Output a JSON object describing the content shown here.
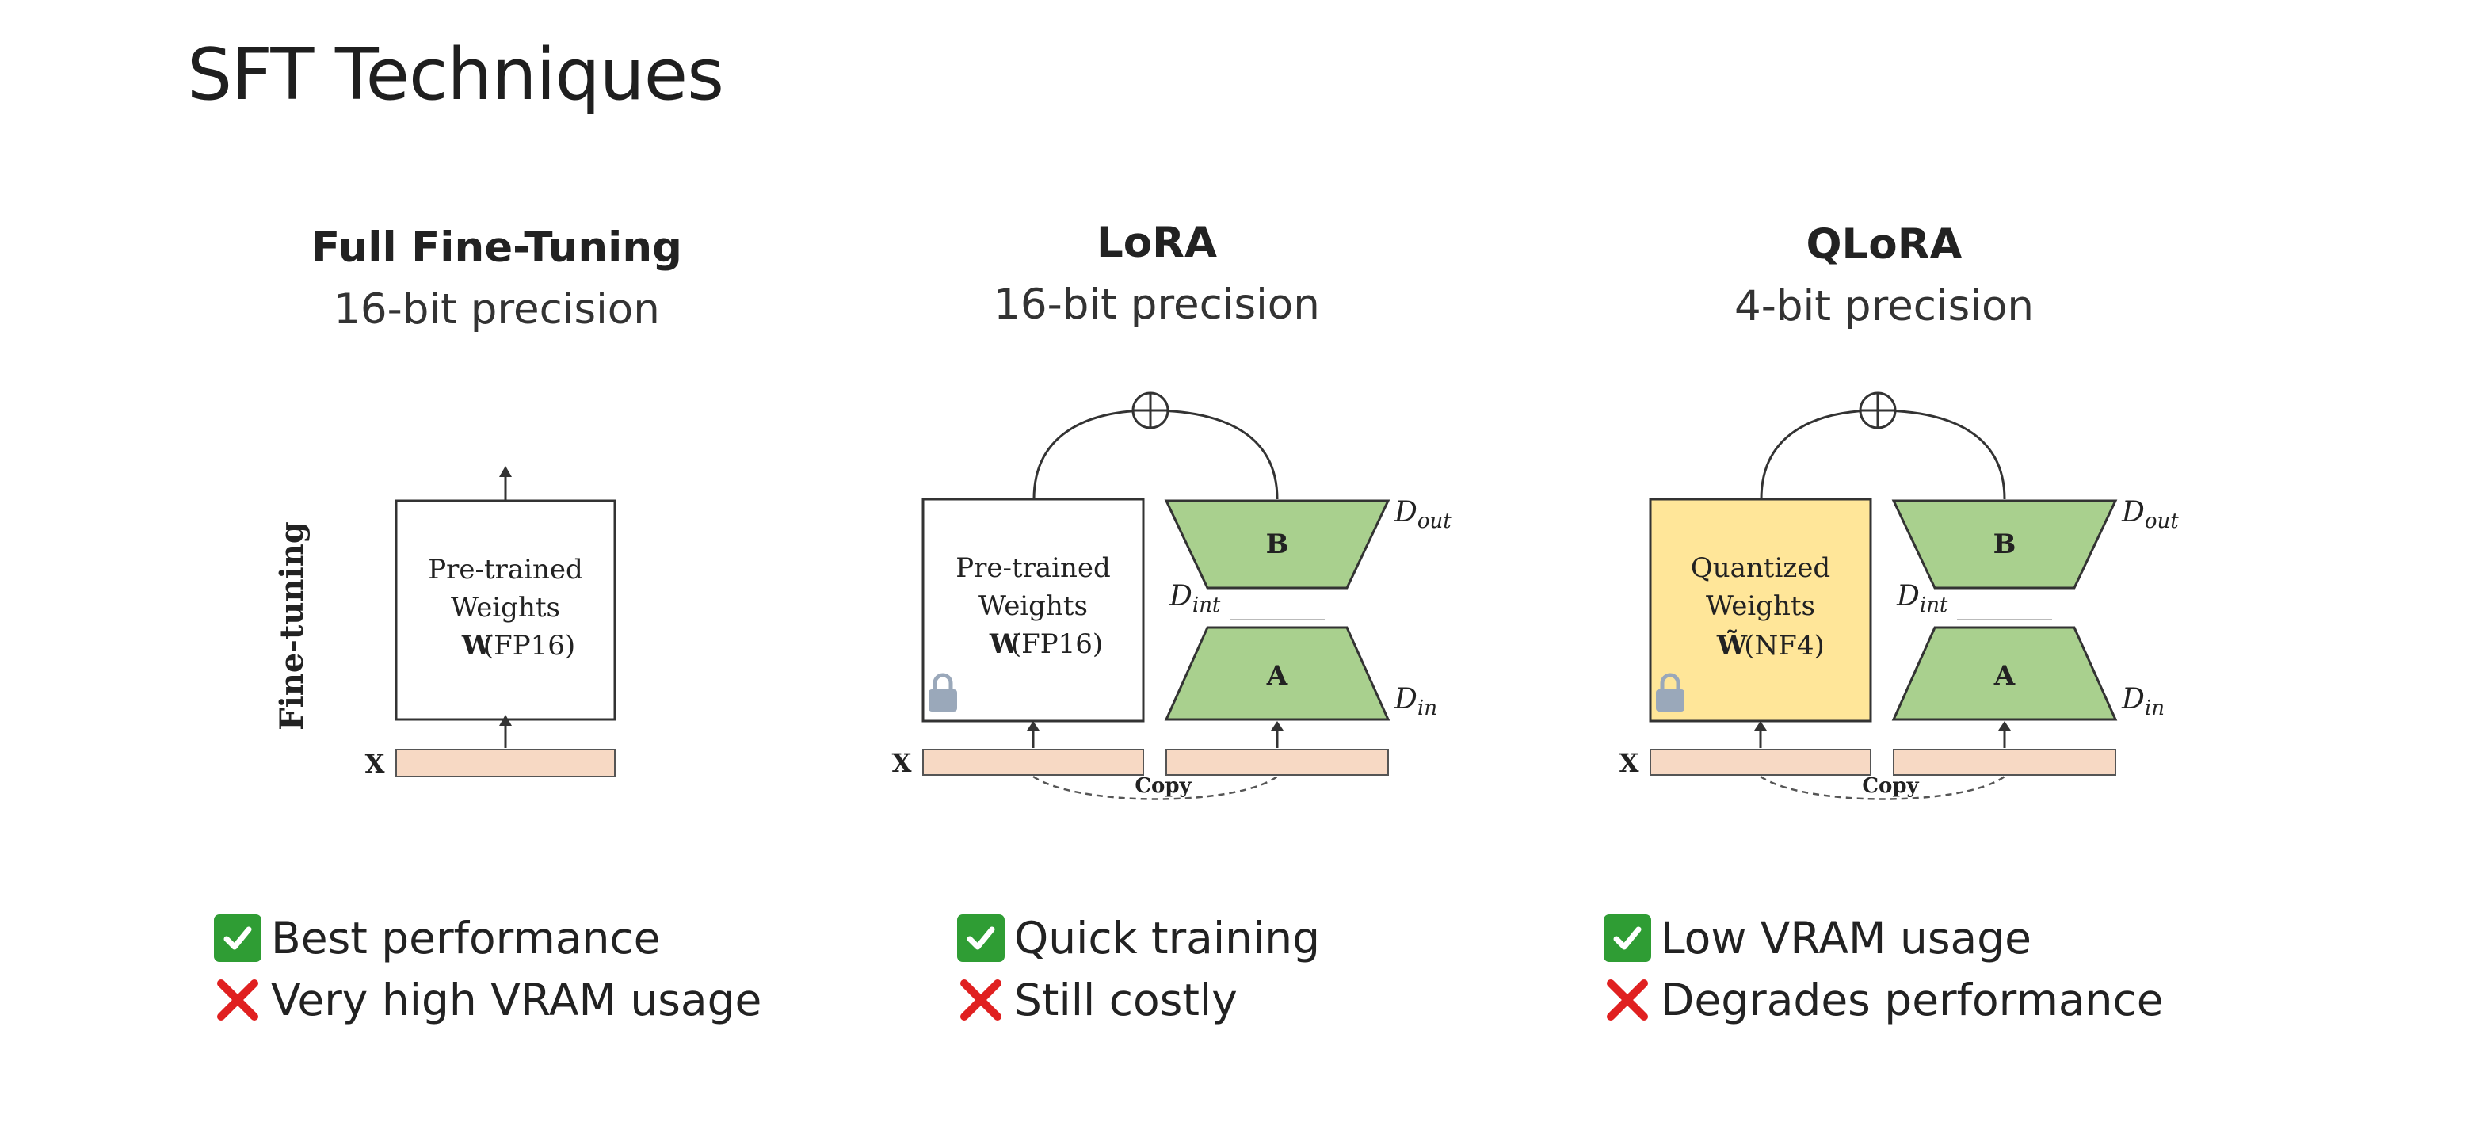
{
  "title": "SFT Techniques",
  "colors": {
    "input_bar_fill": "#f7d9c4",
    "adapter_fill": "#a9d08e",
    "quantized_fill": "#ffe699",
    "check_green": "#2f9d34",
    "cross_red": "#e02020"
  },
  "columns": [
    {
      "name": "Full Fine-Tuning",
      "precision": "16-bit precision",
      "diagram": {
        "side_label": "Fine-tuning",
        "weights_line1": "Pre-trained",
        "weights_line2": "Weights",
        "weights_bold": "W",
        "weights_dtype": "(FP16)",
        "input_label": "X"
      },
      "pros": [
        "Best performance"
      ],
      "cons": [
        "Very high VRAM usage"
      ]
    },
    {
      "name": "LoRA",
      "precision": "16-bit precision",
      "diagram": {
        "weights_line1": "Pre-trained",
        "weights_line2": "Weights",
        "weights_bold": "W",
        "weights_dtype": "(FP16)",
        "input_label": "X",
        "adapter_b": "B",
        "adapter_a": "A",
        "d_out": "D",
        "d_out_sub": "out",
        "d_int": "D",
        "d_int_sub": "int",
        "d_in": "D",
        "d_in_sub": "in",
        "copy_label": "Copy"
      },
      "pros": [
        "Quick training"
      ],
      "cons": [
        "Still costly"
      ]
    },
    {
      "name": "QLoRA",
      "precision": "4-bit precision",
      "diagram": {
        "weights_line1": "Quantized",
        "weights_line2": "Weights",
        "weights_bold": "W̃",
        "weights_dtype": "(NF4)",
        "input_label": "X",
        "adapter_b": "B",
        "adapter_a": "A",
        "d_out": "D",
        "d_out_sub": "out",
        "d_int": "D",
        "d_int_sub": "int",
        "d_in": "D",
        "d_in_sub": "in",
        "copy_label": "Copy"
      },
      "pros": [
        "Low VRAM usage"
      ],
      "cons": [
        "Degrades performance"
      ]
    }
  ]
}
